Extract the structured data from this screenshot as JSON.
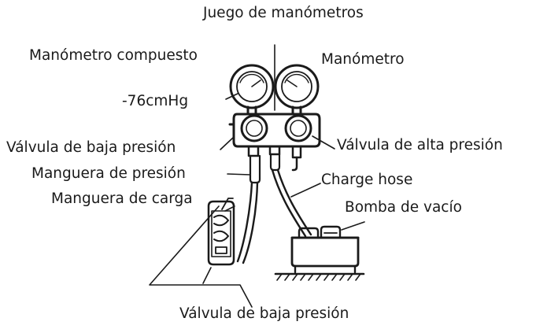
{
  "diagram": {
    "labels": {
      "gauge_set": "Juego de manómetros",
      "compound_gauge": "Manómetro compuesto",
      "pressure_gauge": "Manómetro",
      "vacuum_reading": "-76cmHg",
      "low_valve": "Válvula de baja presión",
      "high_valve": "Válvula de alta presión",
      "pressure_hose": "Manguera de presión",
      "charge_hose_en": "Charge hose",
      "charging_hose": "Manguera de carga",
      "vacuum_pump": "Bomba de vacío",
      "low_valve_bottom": "Válvula de baja presión"
    },
    "colors": {
      "ink": "#1a1a1a",
      "background": "#ffffff"
    },
    "icons": [
      "compound-gauge-icon",
      "pressure-gauge-icon",
      "manifold-icon",
      "vacuum-pump-icon",
      "outdoor-unit-port-icon"
    ]
  }
}
